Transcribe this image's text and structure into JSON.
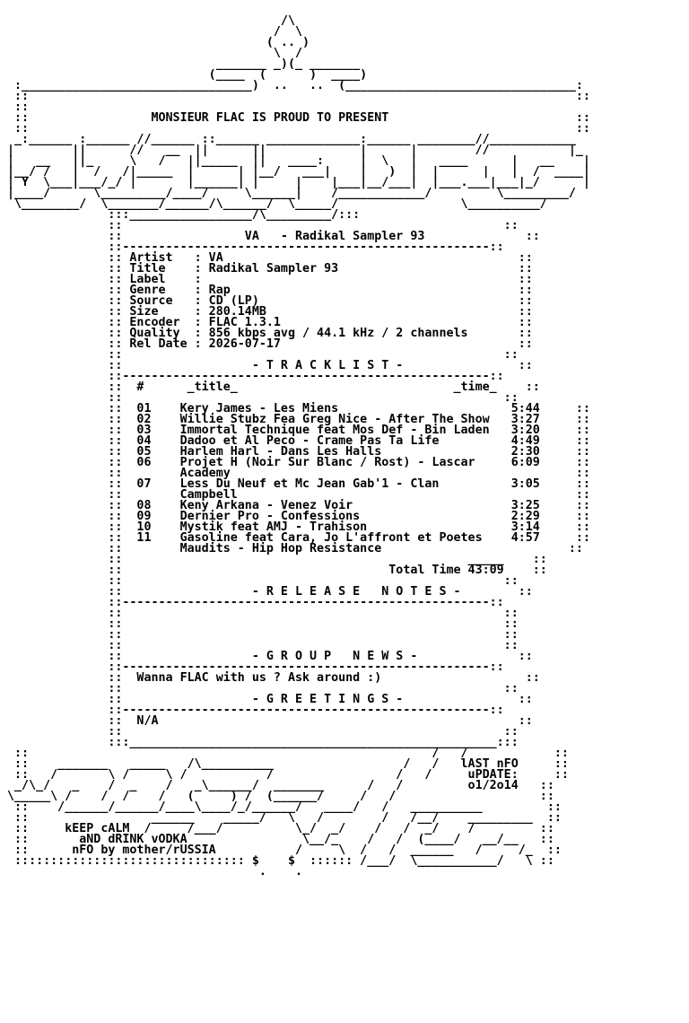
{
  "nfo": {
    "header_art": [
      "                                      /\\",
      "                                     /  \\",
      "                                    ( .. )",
      "                                     \\  /",
      "                             _______ _)(_ _______",
      "                            (____  (      )  ____)",
      " :________________________________)  ..   ..  (________________________________:",
      " ::                                                                            ::",
      " ::"
    ],
    "presenter_line": " ::                 MONSIEUR FLAC IS PROUD TO PRESENT                          ::",
    "logo_art": [
      " ::                                                                            ::",
      " _:______ :______ //______ ::______ _____________:______ ________//____________",
      "|        ||      //   __  ||      ||             |      |        //           |_",
      "|   __   ||_     \\   /   ||_____  ||   ____:     |  \\   |   ____      |   __    |",
      "|__/ /   |  /   /|_____  |      | |__/   ___|    |   )  |  |      |   |  /  ____|",
      "| Y  \\___|___/_/ |       |______| |     |    |___|__/___|  |___.___|___|_/      |",
      "|____/      \\_________/____/     \\______|    /____________/         \\_________/",
      " \\________/  \\_______/______/\\______/  \\_____/                 \\__________/",
      "              :::_________________/\\_________/:::"
    ],
    "box_top": "              ::                                                     ::",
    "release_title": "              ::                 VA   - Radikal Sampler 93              ::",
    "info_lines": [
      "              :: Artist   : VA                                         ::",
      "              :: Title    : Radikal Sampler 93                         ::",
      "              :: Label    :                                            ::",
      "              :: Genre    : Rap                                        ::",
      "              :: Source   : CD (LP)                                    ::",
      "              :: Size     : 280.14MB                                   ::",
      "              :: Encoder  : FLAC 1.3.1                                 ::",
      "              :: Quality  : 856 kbps avg / 44.1 kHz / 2 channels       ::",
      "              :: Rel Date : 2026-07-17                                 ::"
    ],
    "section_tracklist": "              ::                  - T R A C K L I S T -                ::",
    "track_header": "              ::  #      _title_                              _time_    ::",
    "tracks": [
      "              ::  01    Kery James - Les Miens                        5:44     ::",
      "              ::  02    Willie Stubz Fea Greg Nice - After The Show   3:27     ::",
      "              ::  03    Immortal Technique feat Mos Def - Bin Laden   3:20     ::",
      "              ::  04    Dadoo et Al Peco - Crame Pas Ta Life          4:49     ::",
      "              ::  05    Harlem Harl - Dans Les Halls                  2:30     ::",
      "              ::  06    Projet H (Noir Sur Blanc / Rost) - Lascar     6:09     ::",
      "              ::        Academy                                                ::",
      "              ::  07    Less Du Neuf et Mc Jean Gab'1 - Clan          3:05     ::",
      "              ::        Campbell                                               ::",
      "              ::  08    Keny Arkana - Venez Voir                      3:25     ::",
      "              ::  09    Dernier Pro - Confessions                     2:29     ::",
      "              ::  10    Mystik feat AMJ - Trahison                    3:14     ::",
      "              ::  11    Gasoline feat Cara, Jo L'affront et Poetes    4:57     ::",
      "              ::        Maudits - Hip Hop Resistance                          ::"
    ],
    "total_rule": "              ::                                                _____    ::",
    "total_line": "              ::                                     Total Time 43:09    ::",
    "section_release_notes": "              ::                  - R E L E A S E   N O T E S -        ::",
    "section_group_news": "              ::                  - G R O U P   N E W S -              ::",
    "group_news_text": "              ::  Wanna FLAC with us ? Ask around :)                    ::",
    "section_greetings": "              ::                  - G R E E T I N G S -                ::",
    "greetings_text": "              ::  N/A                                                  ::",
    "footer_art": [
      " ::                                                        /   /            ::",
      " ::    _______   _____   /\\__________                  /   /   lAST nFO     ::",
      " ::   /       \\ /     \\ /           /                 /   /     uPDATE:     ::",
      " _/\\_/   _    /  _    /   _\\______/  _______      /   /         o1/2o14   ::",
      "\\_____\\ /    /  /    /   (     ) /  (______/     /   /                    ::",
      " ::    /______/______/____\\____/_/______/   ____/   /   __________         ::",
      " ::                 ______    _____/   \\   /        /   /__/    _________  ::",
      " ::     kEEP cALM  /     /___/          \\_/  _/    /   /  _/    /         ::",
      " ::       aND dRINK vODKA                \\__/_    /   /  (____/   __/__   ::",
      " ::      nFO by mother/rUSSIA           /     \\  /   /  ______   /     /_  ::",
      " :::::::::::::::::::::::::::::::: $    $  :::::: /___/  \\___________/   \\ ::",
      "                                   .    .                                  "
    ]
  }
}
